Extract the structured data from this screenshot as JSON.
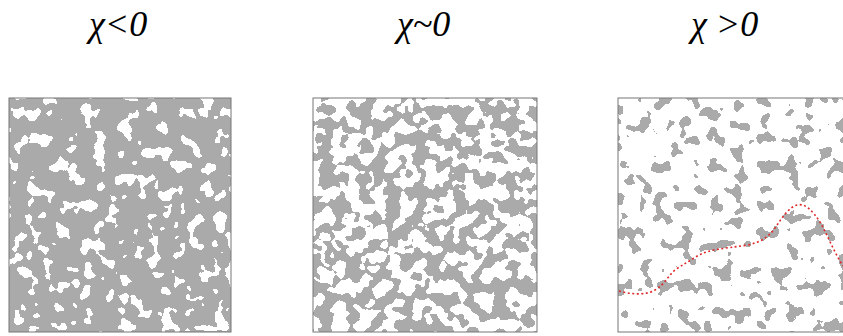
{
  "diagram": {
    "labels": [
      "χ<0",
      "χ~0",
      "χ >0"
    ]
  }
}
